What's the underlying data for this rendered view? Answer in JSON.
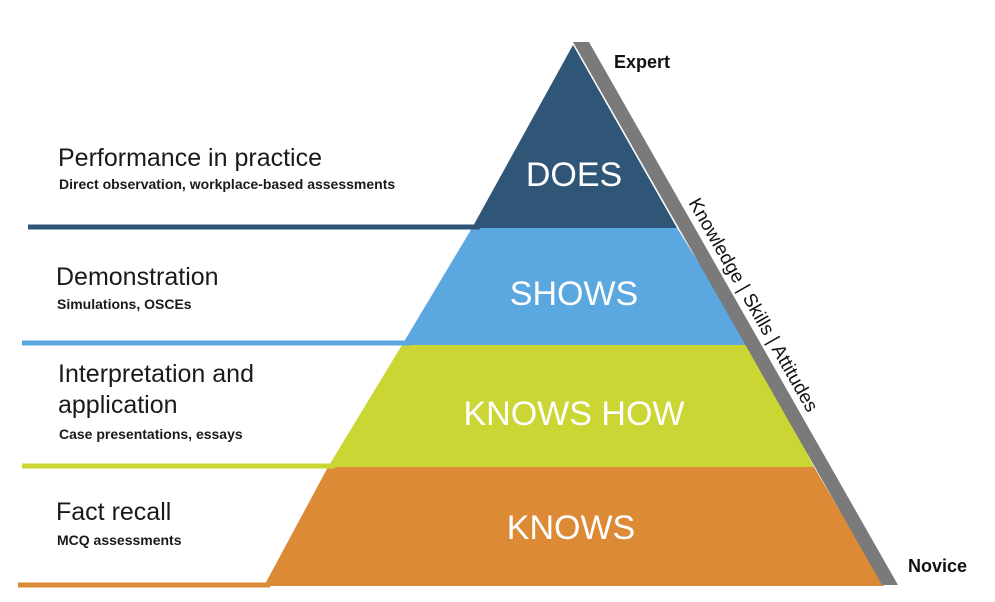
{
  "pyramid": {
    "tiers": [
      {
        "label": "DOES",
        "heading_lines": [
          "Performance in practice"
        ],
        "sub": "Direct observation,  workplace-based assessments",
        "color": "#2F5577"
      },
      {
        "label": "SHOWS",
        "heading_lines": [
          "Demonstration"
        ],
        "sub": "Simulations, OSCEs",
        "color": "#5BA7DF"
      },
      {
        "label": "KNOWS HOW",
        "heading_lines": [
          "Interpretation and",
          "application"
        ],
        "sub": "Case presentations, essays",
        "color": "#CBD534"
      },
      {
        "label": "KNOWS",
        "heading_lines": [
          "Fact recall"
        ],
        "sub": "MCQ assessments",
        "color": "#DC8A35"
      }
    ],
    "axis_label": "Knowledge | Skills | Attitudes",
    "top_label": "Expert",
    "bottom_label": "Novice",
    "axis_color": "#7A7A7A"
  }
}
